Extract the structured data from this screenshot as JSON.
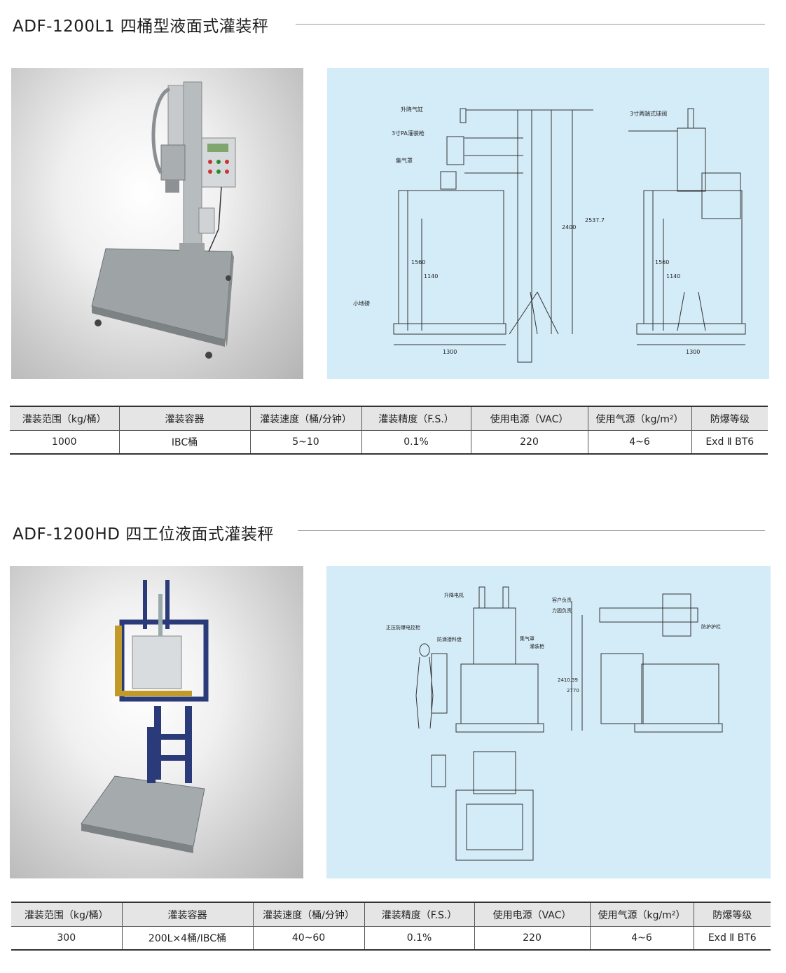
{
  "sections": [
    {
      "title": "ADF-1200L1 四桶型液面式灌装秤",
      "drawing_labels": {
        "cylinder": "升降气缸",
        "gun": "3寸PA灌装枪",
        "hood": "集气罩",
        "valve": "3寸两端式球阀",
        "pit": "小地磅",
        "dim_1560": "1560",
        "dim_1140": "1140",
        "dim_2400": "2400",
        "dim_2537": "2537.7",
        "dim_1300": "1300"
      },
      "table": {
        "headers": [
          "灌装范围（kg/桶）",
          "灌装容器",
          "灌装速度（桶/分钟）",
          "灌装精度（F.S.）",
          "使用电源（VAC）",
          "使用气源（kg/m²）",
          "防爆等级"
        ],
        "values": [
          "1000",
          "IBC桶",
          "5~10",
          "0.1%",
          "220",
          "4~6",
          "Exd Ⅱ BT6"
        ]
      }
    },
    {
      "title": "ADF-1200HD 四工位液面式灌装秤",
      "drawing_labels": {
        "motor": "升降电机",
        "box": "正压防爆电控柜",
        "tray": "防滴接料盘",
        "hood": "集气罩",
        "gun": "灌装枪",
        "customer": "客户负责",
        "force": "力固负责",
        "guard": "防护护栏",
        "dim_2410": "2410.39",
        "dim_2770": "2770"
      },
      "table": {
        "headers": [
          "灌装范围（kg/桶）",
          "灌装容器",
          "灌装速度（桶/分钟）",
          "灌装精度（F.S.）",
          "使用电源（VAC）",
          "使用气源（kg/m²）",
          "防爆等级"
        ],
        "values": [
          "300",
          "200L×4桶/IBC桶",
          "40~60",
          "0.1%",
          "220",
          "4~6",
          "Exd Ⅱ BT6"
        ]
      }
    }
  ]
}
